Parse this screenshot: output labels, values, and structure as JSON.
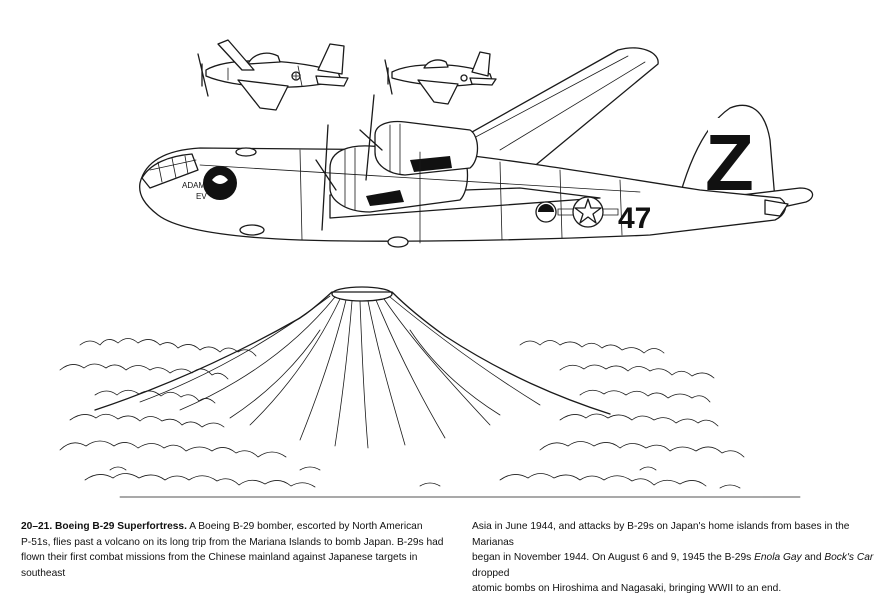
{
  "illustration": {
    "bomber_tail_letter": "Z",
    "bomber_tail_number": "47",
    "nose_art_text_1": "ADAM",
    "nose_art_text_2": "EV"
  },
  "caption": {
    "plate_number": "20–21.",
    "title": "Boeing B-29 Superfortress.",
    "left_line_1": "A Boeing B-29 bomber, escorted by North American",
    "left_line_2": "P-51s, flies past a volcano on its long trip from the Mariana Islands to bomb Japan. B-29s had",
    "left_line_3": "flown their first combat missions from the Chinese mainland against Japanese targets in southeast",
    "right_line_1": "Asia in June 1944, and attacks by B-29s on Japan's home islands from bases in the Marianas",
    "right_line_2": "began in November 1944. On August 6 and 9, 1945 the B-29s",
    "aircraft_name_1": "Enola Gay",
    "conjunction": "and",
    "aircraft_name_2": "Bock's Car",
    "right_line_2_end": "dropped",
    "right_line_3": "atomic bombs on Hiroshima and Nagasaki, bringing WWII to an end."
  }
}
